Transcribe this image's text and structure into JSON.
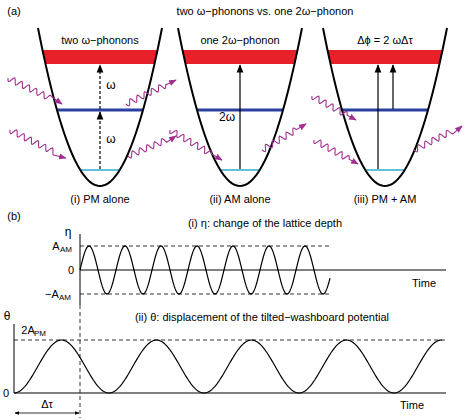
{
  "diagram": {
    "title": "two ω−phonons vs. one 2ω−phonon",
    "labels": [
      "(a)",
      "two ω−phonons",
      "one 2ω−phonon",
      "Δϕ = 2 ωΔτ",
      "ω",
      "ω",
      "2ω",
      "(i) PM alone",
      "(ii) AM alone",
      "(iii) PM + AM",
      "(b)",
      "η",
      "(i) η: change of the lattice depth",
      "A",
      "AM",
      "0",
      "−A",
      "AM",
      "Time",
      "θ",
      "(ii) θ: displacement of the tilted−washboard potential",
      "2A",
      "PM",
      "0",
      "Time",
      "Δτ"
    ]
  }
}
